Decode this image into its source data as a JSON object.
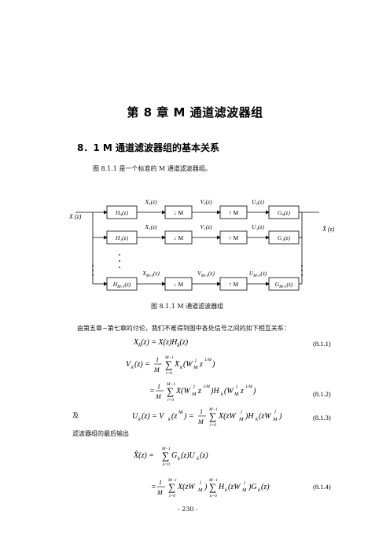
{
  "chapter": {
    "title": "第 8 章  M 通道滤波器组"
  },
  "section": {
    "title": "8．1 M 通道滤波器组的基本关系"
  },
  "intro": {
    "text": "图 8.1.1 是一个标准的 M 通道滤波器组。"
  },
  "figure": {
    "input_label": "X (z)",
    "output_label": "X̂ (z)",
    "analysis_filters": [
      "H₀(z)",
      "H₁(z)",
      "H_{M-1}(z)"
    ],
    "down_label": "↓ M",
    "up_label": "↑ M",
    "synthesis_filters": [
      "G₀(z)",
      "G₁(z)",
      "G_{M-1}(z)"
    ],
    "x_signals": [
      "X₀(z)",
      "X₁(z)",
      "X_{M-1}(z)"
    ],
    "v_signals": [
      "V₀(z)",
      "V₁(z)",
      "V_{M-1}(z)"
    ],
    "u_signals": [
      "U₀(z)",
      "U₁(z)",
      "U_{M-1}(z)"
    ],
    "caption": "图 8.1.1   M 通道滤波器组"
  },
  "para2": {
    "text": "由第五章~第七章的讨论，我们不难得到图中各处信号之间的如下相互关系："
  },
  "equations": {
    "e1": {
      "lhs": "X_k(z) = X(z)H_k(z)",
      "number": "(8.1.1)"
    },
    "e2": {
      "number": "(8.1.2)"
    },
    "e3": {
      "prefix": "及",
      "number": "(8.1.3)"
    },
    "e4": {
      "number": "(8.1.4)"
    }
  },
  "para3": {
    "text": "滤波器组的最后输出"
  },
  "page_number": "- 230 -"
}
